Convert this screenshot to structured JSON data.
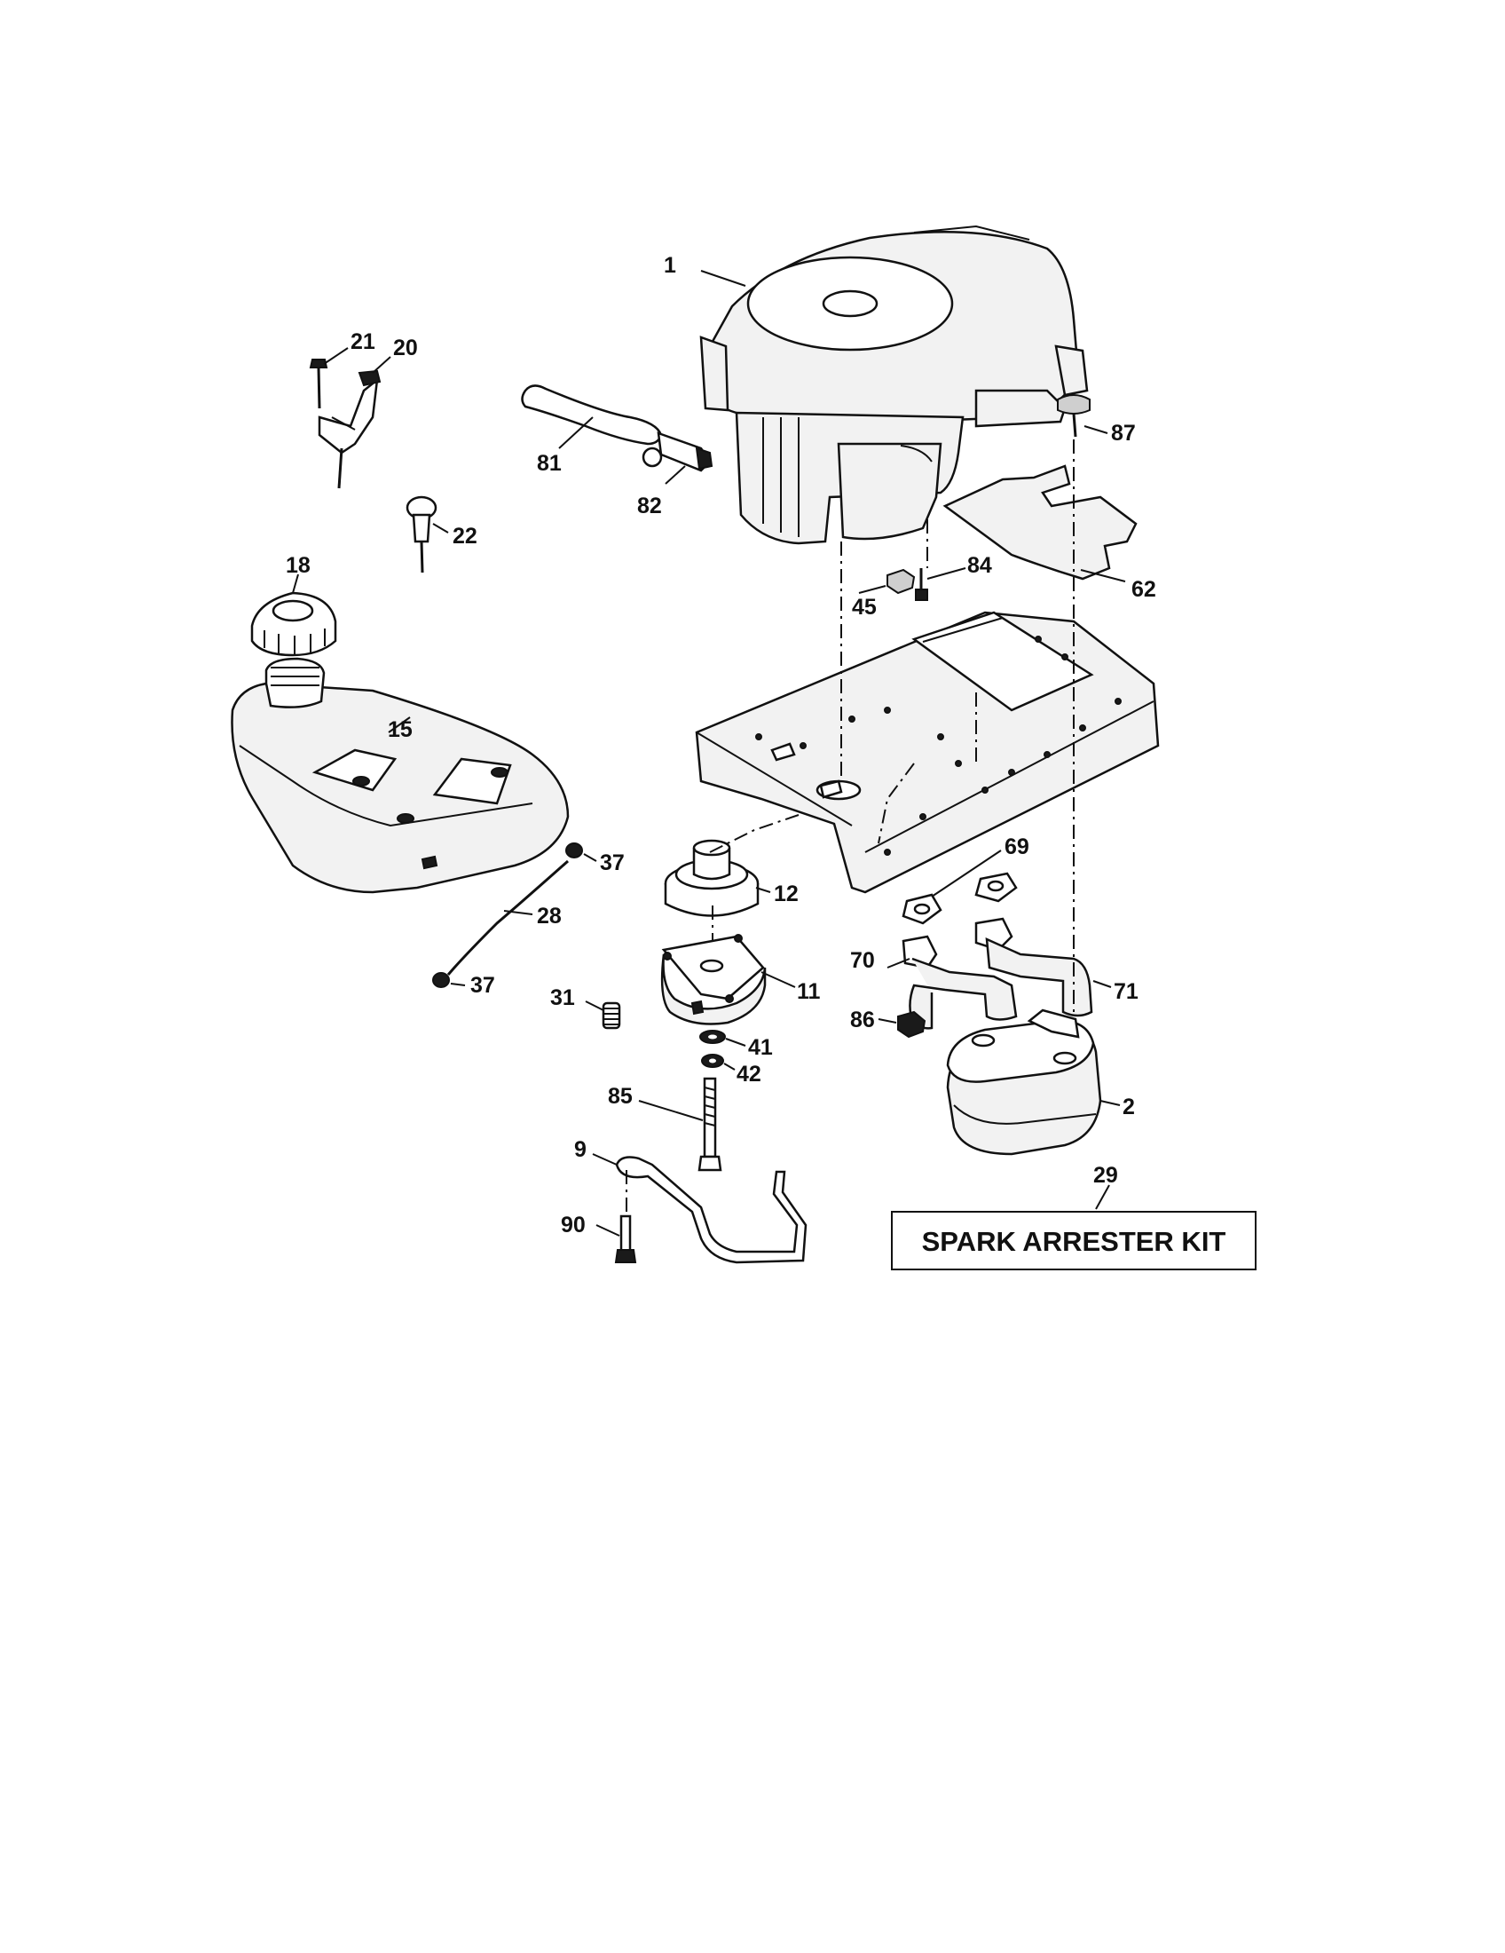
{
  "labels": {
    "l1": "1",
    "l2": "2",
    "l9": "9",
    "l11": "11",
    "l12": "12",
    "l15": "15",
    "l18": "18",
    "l20": "20",
    "l21": "21",
    "l22": "22",
    "l28": "28",
    "l29": "29",
    "l31": "31",
    "l37a": "37",
    "l37b": "37",
    "l41": "41",
    "l42": "42",
    "l45": "45",
    "l62": "62",
    "l69": "69",
    "l70": "70",
    "l71": "71",
    "l81": "81",
    "l82": "82",
    "l84": "84",
    "l85": "85",
    "l86": "86",
    "l87": "87",
    "l90": "90"
  },
  "kit_label": "SPARK ARRESTER KIT"
}
